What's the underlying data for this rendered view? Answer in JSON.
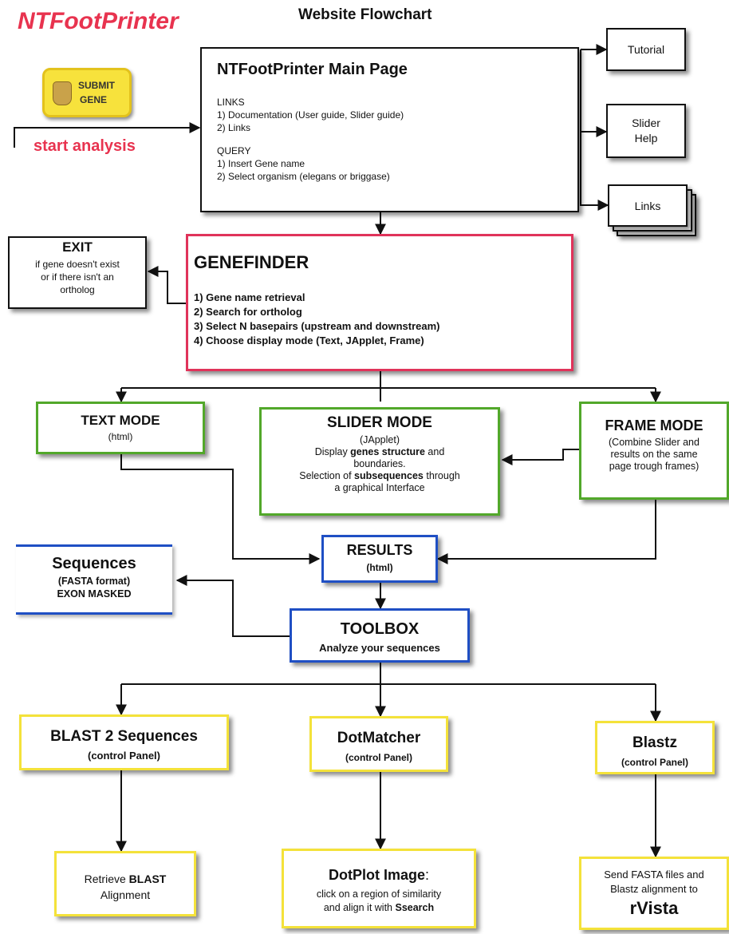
{
  "header": {
    "app_title": "NTFootPrinter",
    "title": "Website Flowchart"
  },
  "submit": {
    "line1": "SUBMIT",
    "line2": "GENE",
    "start_label": "start analysis"
  },
  "main_page": {
    "title": "NTFootPrinter Main Page",
    "links_heading": "LINKS",
    "links": [
      "1) Documentation (User guide, Slider guide)",
      "2) Links"
    ],
    "query_heading": "QUERY",
    "query": [
      "1) Insert Gene name",
      "2) Select organism (elegans or briggase)"
    ]
  },
  "side": {
    "tutorial": "Tutorial",
    "slider_help_1": "Slider",
    "slider_help_2": "Help",
    "links": "Links"
  },
  "exit": {
    "title": "EXIT",
    "lines": [
      "if gene doesn't exist",
      "or if there isn't an",
      "ortholog"
    ]
  },
  "genefinder": {
    "title": "GENEFINDER",
    "steps": [
      "1) Gene name retrieval",
      "2) Search for ortholog",
      "3) Select N basepairs (upstream and downstream)",
      "4) Choose display mode (Text, JApplet, Frame)"
    ]
  },
  "text_mode": {
    "title": "TEXT MODE",
    "sub": "(html)"
  },
  "slider_mode": {
    "title": "SLIDER MODE",
    "sub": "(JApplet)",
    "l1a": "Display ",
    "l1b": "genes structure",
    "l1c": " and",
    "l2": "boundaries.",
    "l3a": "Selection of ",
    "l3b": "subsequences",
    "l3c": " through",
    "l4": "a graphical Interface"
  },
  "frame_mode": {
    "title": "FRAME MODE",
    "lines": [
      "(Combine Slider and",
      "results on the same",
      "page trough frames)"
    ]
  },
  "results": {
    "title": "RESULTS",
    "sub": "(html)"
  },
  "sequences": {
    "title": "Sequences",
    "sub1": "(FASTA format)",
    "sub2": "EXON MASKED"
  },
  "toolbox": {
    "title": "TOOLBOX",
    "sub": "Analyze your sequences"
  },
  "blast": {
    "title": "BLAST 2 Sequences",
    "sub": "(control Panel)"
  },
  "dotmatcher": {
    "title": "DotMatcher",
    "sub": "(control Panel)"
  },
  "blastz": {
    "title": "Blastz",
    "sub": "(control Panel)"
  },
  "retrieve": {
    "l1a": "Retrieve ",
    "l1b": "BLAST",
    "l2": "Alignment"
  },
  "dotplot": {
    "title": "DotPlot Image",
    "colon": ":",
    "l1": "click on a region of similarity",
    "l2a": "and align it with ",
    "l2b": "Ssearch"
  },
  "rvista": {
    "l1": "Send FASTA files and",
    "l2": "Blastz alignment to",
    "l3": "rVista"
  },
  "colors": {
    "title_red": "#e8334f",
    "red": "#e0335a",
    "green": "#52a82a",
    "blue": "#1f4fc4",
    "yellow": "#f4e23a"
  }
}
